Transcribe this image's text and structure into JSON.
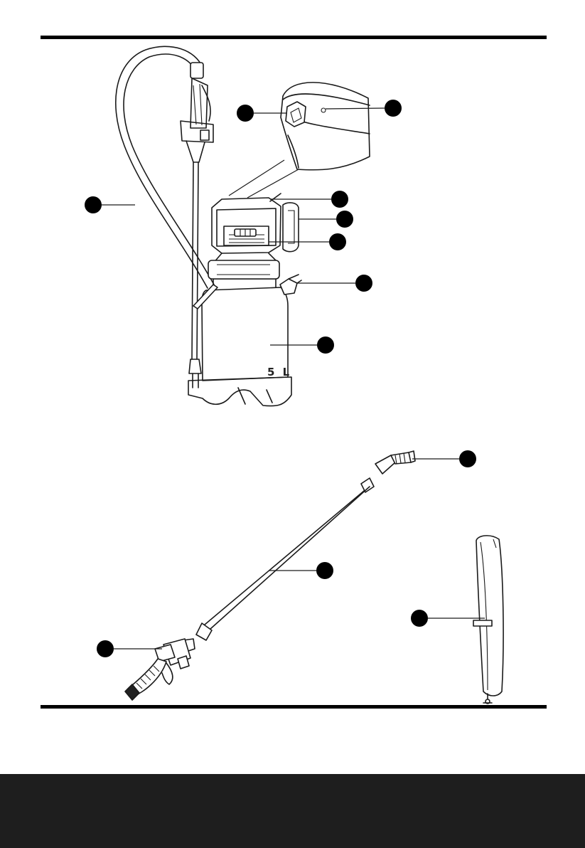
{
  "diagram": {
    "capacity_label": "5 L",
    "callouts": [
      {
        "name": "hose"
      },
      {
        "name": "pressure-release-valve"
      },
      {
        "name": "pressure-indicator"
      },
      {
        "name": "pump-top"
      },
      {
        "name": "pump-handle"
      },
      {
        "name": "battery-compartment"
      },
      {
        "name": "hose-connector"
      },
      {
        "name": "tank"
      },
      {
        "name": "adjustable-nozzle"
      },
      {
        "name": "extension-lance"
      },
      {
        "name": "trigger-handle"
      },
      {
        "name": "shoulder-strap"
      }
    ]
  },
  "colors": {
    "ink": "#1a1a1a",
    "rule": "#000000",
    "footer_band": "#1e1e1e"
  }
}
